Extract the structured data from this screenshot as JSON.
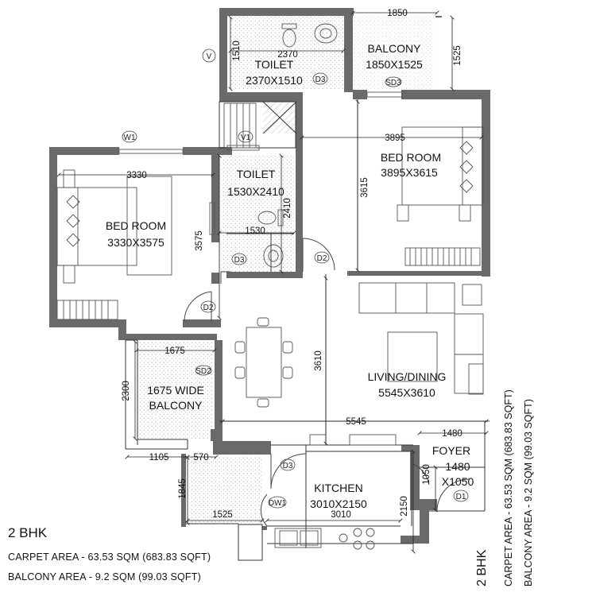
{
  "plan": {
    "rooms": {
      "toilet_top": [
        "TOILET",
        "2370X1510"
      ],
      "balcony_top": [
        "BALCONY",
        "1850X1525"
      ],
      "bedroom_right": [
        "BED ROOM",
        "3895X3615"
      ],
      "toilet_mid": [
        "TOILET",
        "1530X2410"
      ],
      "bedroom_left": [
        "BED ROOM",
        "3330X3575"
      ],
      "living": [
        "LIVING/DINING",
        "5545X3610"
      ],
      "balcony_left": [
        "1675 WIDE",
        "BALCONY"
      ],
      "foyer": [
        "FOYER",
        "1480",
        "X1050"
      ],
      "kitchen": [
        "KITCHEN",
        "3010X2150"
      ]
    },
    "dims": {
      "d1850": "1850",
      "d1525_top": "1525",
      "d2370": "2370",
      "d1510": "1510",
      "d3895": "3895",
      "d3615": "3615",
      "d3330": "3330",
      "d3575": "3575",
      "d2410": "2410",
      "d1530": "1530",
      "d1675": "1675",
      "d2300": "2300",
      "d3610": "3610",
      "d5545": "5545",
      "d1480": "1480",
      "d1050": "1050",
      "d1105": "1105",
      "d570": "570",
      "d1845": "1845",
      "d1525_bot": "1525",
      "d3010": "3010",
      "d2150": "2150"
    },
    "tags": {
      "v_top": "V",
      "d3_toilet_top": "D3",
      "sd3": "SD3",
      "w1": "W1",
      "v1": "V1",
      "d3_toilet_mid": "D3",
      "d2_left": "D2",
      "d2_right": "D2",
      "sd2": "SD2",
      "d3_kitchen": "D3",
      "dw1": "DW1",
      "d1": "D1"
    }
  },
  "legend_bottom": {
    "title": "2 BHK",
    "carpet": "CARPET AREA - 63.53 SQM (683.83 SQFT)",
    "balcony": "BALCONY AREA - 9.2 SQM (99.03 SQFT)"
  },
  "legend_right": {
    "title": "2 BHK",
    "carpet": "CARPET AREA - 63.53 SQM (683.83 SQFT)",
    "balcony": "BALCONY AREA - 9.2 SQM (99.03 SQFT)"
  },
  "colors": {
    "wall": "#6a6a6a",
    "line": "#333333",
    "hatch": "#9a9a9a"
  }
}
